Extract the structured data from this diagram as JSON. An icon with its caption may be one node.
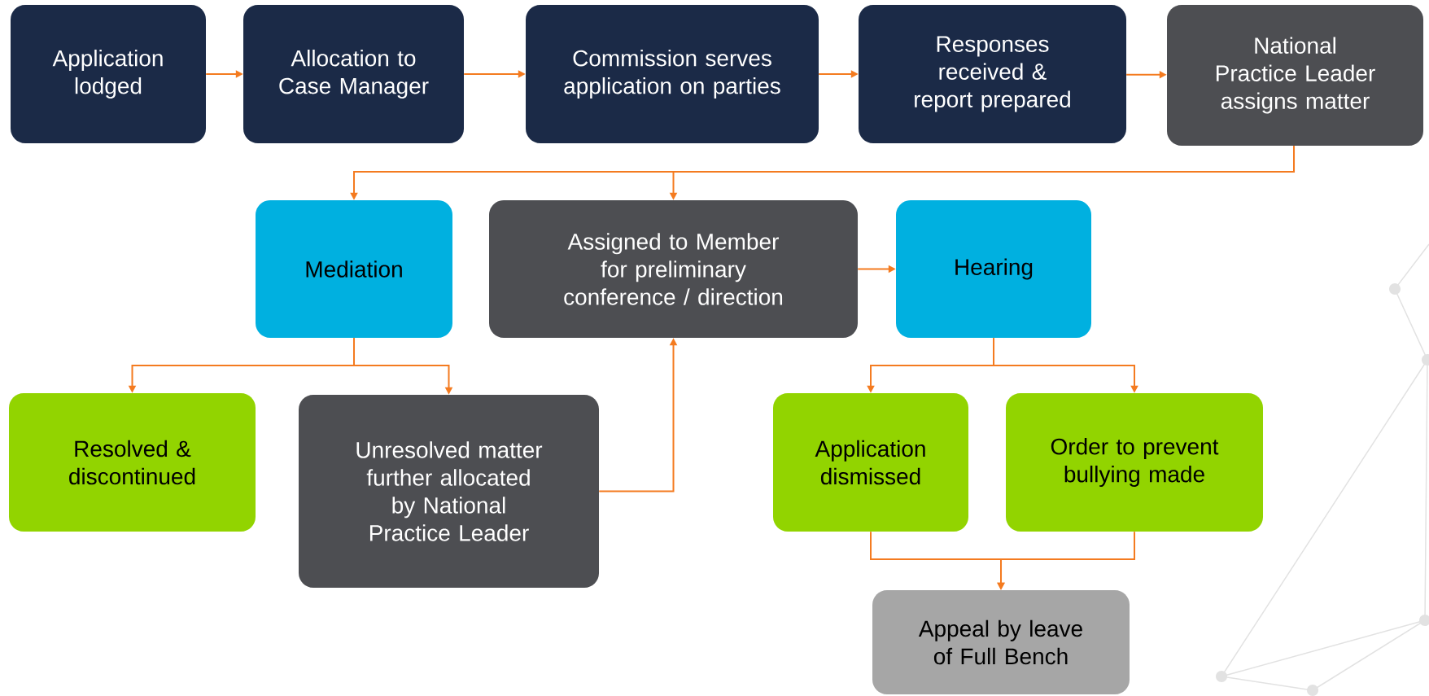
{
  "diagram": {
    "nodes": [
      {
        "text": [
          "Application lodged"
        ]
      },
      {
        "text": [
          "Allocation to Case Manager"
        ]
      },
      {
        "text": [
          "Commission serves application on parties"
        ]
      },
      {
        "text": [
          "Responses received & report prepared"
        ]
      },
      {
        "text": [
          "National Practice Leader assigns matter"
        ]
      },
      {
        "text": [
          "Mediation"
        ]
      },
      {
        "text": [
          "Assigned to Member for preliminary conference / direction"
        ]
      },
      {
        "text": [
          "Hearing"
        ]
      },
      {
        "text": [
          "Resolved & discontinued"
        ]
      },
      {
        "text": [
          "Unresolved matter further allocated by National Practice Leader"
        ]
      },
      {
        "text": [
          "Application dismissed"
        ]
      },
      {
        "text": [
          "Order to prevent bullying made"
        ]
      },
      {
        "text": [
          "Appeal by leave of Full Bench"
        ]
      }
    ],
    "edges": [
      {
        "from": 0,
        "to": 1,
        "arrow": "to"
      },
      {
        "from": 1,
        "to": 2,
        "arrow": "to"
      },
      {
        "from": 2,
        "to": 3,
        "arrow": "to"
      },
      {
        "from": 3,
        "to": 4,
        "arrow": "to"
      },
      {
        "from": 4,
        "to": 5,
        "arrow": "to"
      },
      {
        "from": 4,
        "to": 6,
        "arrow": "to"
      },
      {
        "from": 6,
        "to": 7,
        "arrow": "to"
      },
      {
        "from": 5,
        "to": 8,
        "arrow": "to"
      },
      {
        "from": 5,
        "to": 9,
        "arrow": "to"
      },
      {
        "from": 9,
        "to": 6,
        "arrow": "to"
      },
      {
        "from": 7,
        "to": 10,
        "arrow": "to"
      },
      {
        "from": 7,
        "to": 11,
        "arrow": "to"
      },
      {
        "from": 10,
        "to": 12,
        "arrow": "to"
      },
      {
        "from": 11,
        "to": 12,
        "arrow": "to"
      }
    ]
  }
}
